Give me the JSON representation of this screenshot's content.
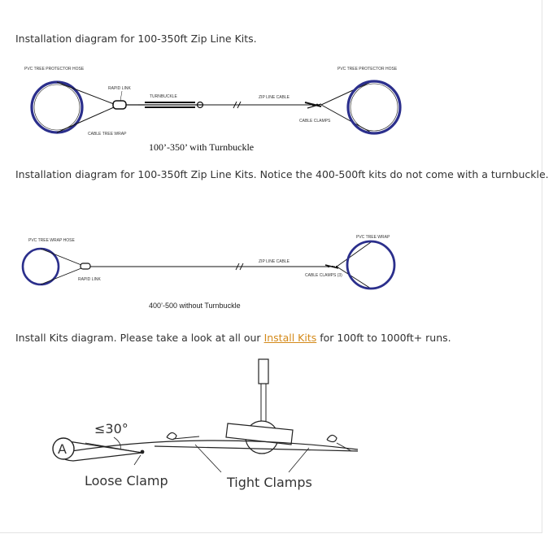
{
  "intro1": "Installation diagram for 100-350ft Zip Line Kits.",
  "diagram1": {
    "label_left_hose": "PVC TREE PROTECTOR HOSE",
    "label_rapid_link": "RAPID LINK",
    "label_turnbuckle": "TURNBUCKLE",
    "label_cable": "ZIP LINE CABLE",
    "label_right_hose": "PVC TREE PROTECTOR HOSE",
    "label_wrap": "CABLE TREE WRAP",
    "label_clamps": "CABLE CLAMPS",
    "caption": "100’-350’ with Turnbuckle"
  },
  "intro2": "Installation diagram for 100-350ft Zip Line Kits. Notice the 400-500ft kits do not come with a turnbuckle.",
  "diagram2": {
    "label_left": "PVC TREE WRAP HOSE",
    "label_rapid_link": "RAPID LINK",
    "label_cable": "ZIP LINE CABLE",
    "label_right": "PVC TREE WRAP",
    "label_clamps": "CABLE CLAMPS (3)",
    "caption": "400’-500 without Turnbuckle"
  },
  "intro3": {
    "before": "Install Kits diagram. Please take a look at all our ",
    "link": "Install Kits",
    "after": " for 100ft to 1000ft+ runs."
  },
  "diagram3": {
    "angle": "≤30°",
    "point": "A",
    "loose": "Loose Clamp",
    "tight": "Tight Clamps"
  },
  "colors": {
    "hose": "#2b2f8c",
    "link": "#d48a1a"
  }
}
